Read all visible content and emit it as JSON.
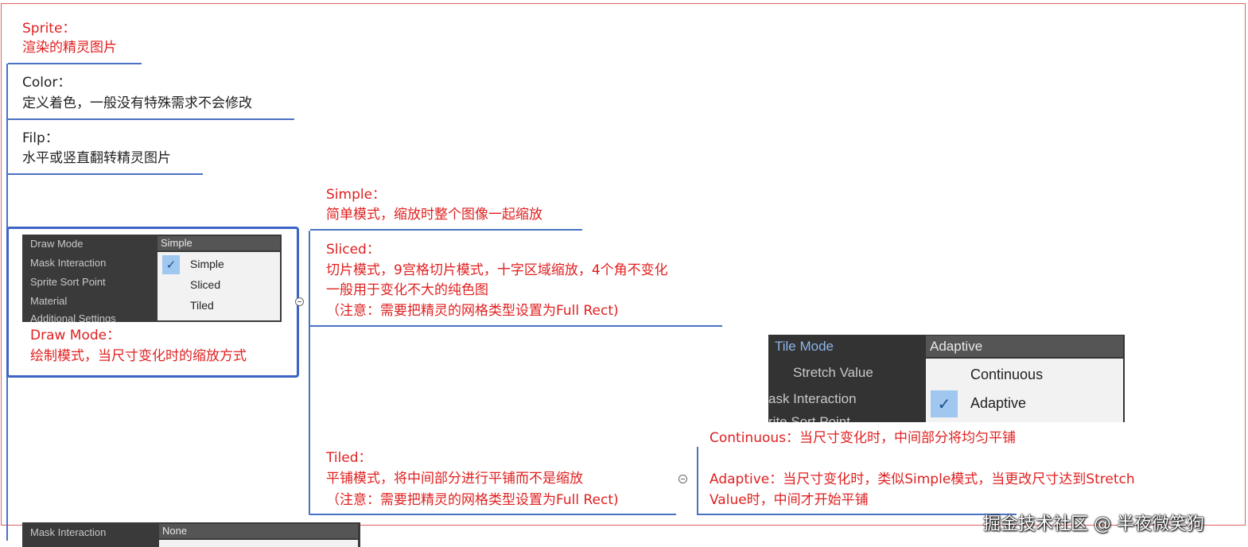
{
  "nodes": {
    "sprite": {
      "title": "Sprite：",
      "desc": "渲染的精灵图片"
    },
    "color": {
      "title": "Color：",
      "desc": "定义着色，一般没有特殊需求不会修改"
    },
    "flip": {
      "title": "Filp：",
      "desc": "水平或竖直翻转精灵图片"
    },
    "draw_mode": {
      "title": "Draw Mode：",
      "desc": "绘制模式，当尺寸变化时的缩放方式"
    },
    "simple": {
      "title": "Simple：",
      "desc": "简单模式，缩放时整个图像一起缩放"
    },
    "sliced": {
      "title": "Sliced：",
      "line1": "切片模式，9宫格切片模式，十字区域缩放，4个角不变化",
      "line2": "一般用于变化不大的纯色图",
      "line3": "（注意：需要把精灵的网格类型设置为Full Rect)"
    },
    "tiled": {
      "title": "Tiled：",
      "line1": "平铺模式，将中间部分进行平铺而不是缩放",
      "line2": "（注意：需要把精灵的网格类型设置为Full Rect)"
    },
    "continuous": {
      "text": "Continuous：当尺寸变化时，中间部分将均匀平铺"
    },
    "adaptive": {
      "line1": "Adaptive：当尺寸变化时，类似Simple模式，当更改尺寸达到Stretch",
      "line2": "Value时，中间才开始平铺"
    }
  },
  "draw_mode_panel": {
    "labels": [
      "Draw Mode",
      "Mask Interaction",
      "Sprite Sort Point",
      "Material",
      "Additional Settings"
    ],
    "selected": "Simple",
    "options": [
      "Simple",
      "Sliced",
      "Tiled"
    ],
    "checked_index": 0
  },
  "tile_mode_panel": {
    "labels": [
      "Tile Mode",
      "Stretch Value",
      "ask Interaction",
      "rite Sort Point"
    ],
    "selected": "Adaptive",
    "options": [
      "Continuous",
      "Adaptive"
    ],
    "checked_index": 1
  },
  "mask_panel": {
    "label": "Mask Interaction",
    "selected": "None"
  },
  "watermark": "掘金技术社区 @ 半夜微笑狗",
  "colors": {
    "red": "#e02020",
    "line_blue": "#4a72c4",
    "frame_red": "#e06060"
  }
}
